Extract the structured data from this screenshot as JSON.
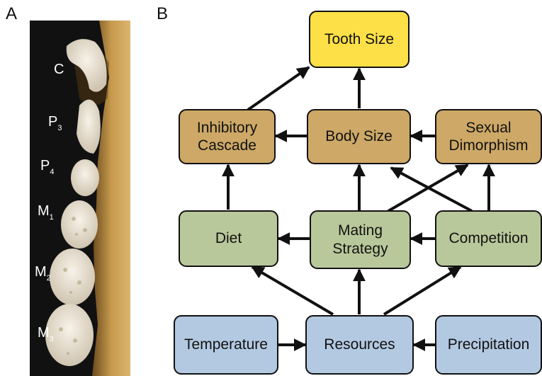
{
  "panels": {
    "a": "A",
    "b": "B"
  },
  "teeth": [
    {
      "base": "C",
      "sub": ""
    },
    {
      "base": "P",
      "sub": "3"
    },
    {
      "base": "P",
      "sub": "4"
    },
    {
      "base": "M",
      "sub": "1"
    },
    {
      "base": "M",
      "sub": "2"
    },
    {
      "base": "M",
      "sub": "3"
    }
  ],
  "nodes": {
    "tooth_size": "Tooth Size",
    "inhibitory_cascade": "Inhibitory\nCascade",
    "body_size": "Body Size",
    "sexual_dimorphism": "Sexual\nDimorphism",
    "diet": "Diet",
    "mating_strategy": "Mating\nStrategy",
    "competition": "Competition",
    "temperature": "Temperature",
    "resources": "Resources",
    "precipitation": "Precipitation"
  },
  "edges": [
    {
      "from": "Body Size",
      "to": "Tooth Size"
    },
    {
      "from": "Inhibitory Cascade",
      "to": "Tooth Size"
    },
    {
      "from": "Body Size",
      "to": "Inhibitory Cascade"
    },
    {
      "from": "Sexual Dimorphism",
      "to": "Body Size"
    },
    {
      "from": "Diet",
      "to": "Inhibitory Cascade"
    },
    {
      "from": "Mating Strategy",
      "to": "Body Size"
    },
    {
      "from": "Mating Strategy",
      "to": "Sexual Dimorphism"
    },
    {
      "from": "Competition",
      "to": "Body Size"
    },
    {
      "from": "Competition",
      "to": "Sexual Dimorphism"
    },
    {
      "from": "Mating Strategy",
      "to": "Diet"
    },
    {
      "from": "Competition",
      "to": "Mating Strategy"
    },
    {
      "from": "Resources",
      "to": "Diet"
    },
    {
      "from": "Resources",
      "to": "Mating Strategy"
    },
    {
      "from": "Resources",
      "to": "Competition"
    },
    {
      "from": "Temperature",
      "to": "Resources"
    },
    {
      "from": "Precipitation",
      "to": "Resources"
    }
  ],
  "colors": {
    "outcome": "#fde047",
    "organismal": "#cda866",
    "ecological": "#b9c89a",
    "environmental": "#b3c9e2"
  }
}
